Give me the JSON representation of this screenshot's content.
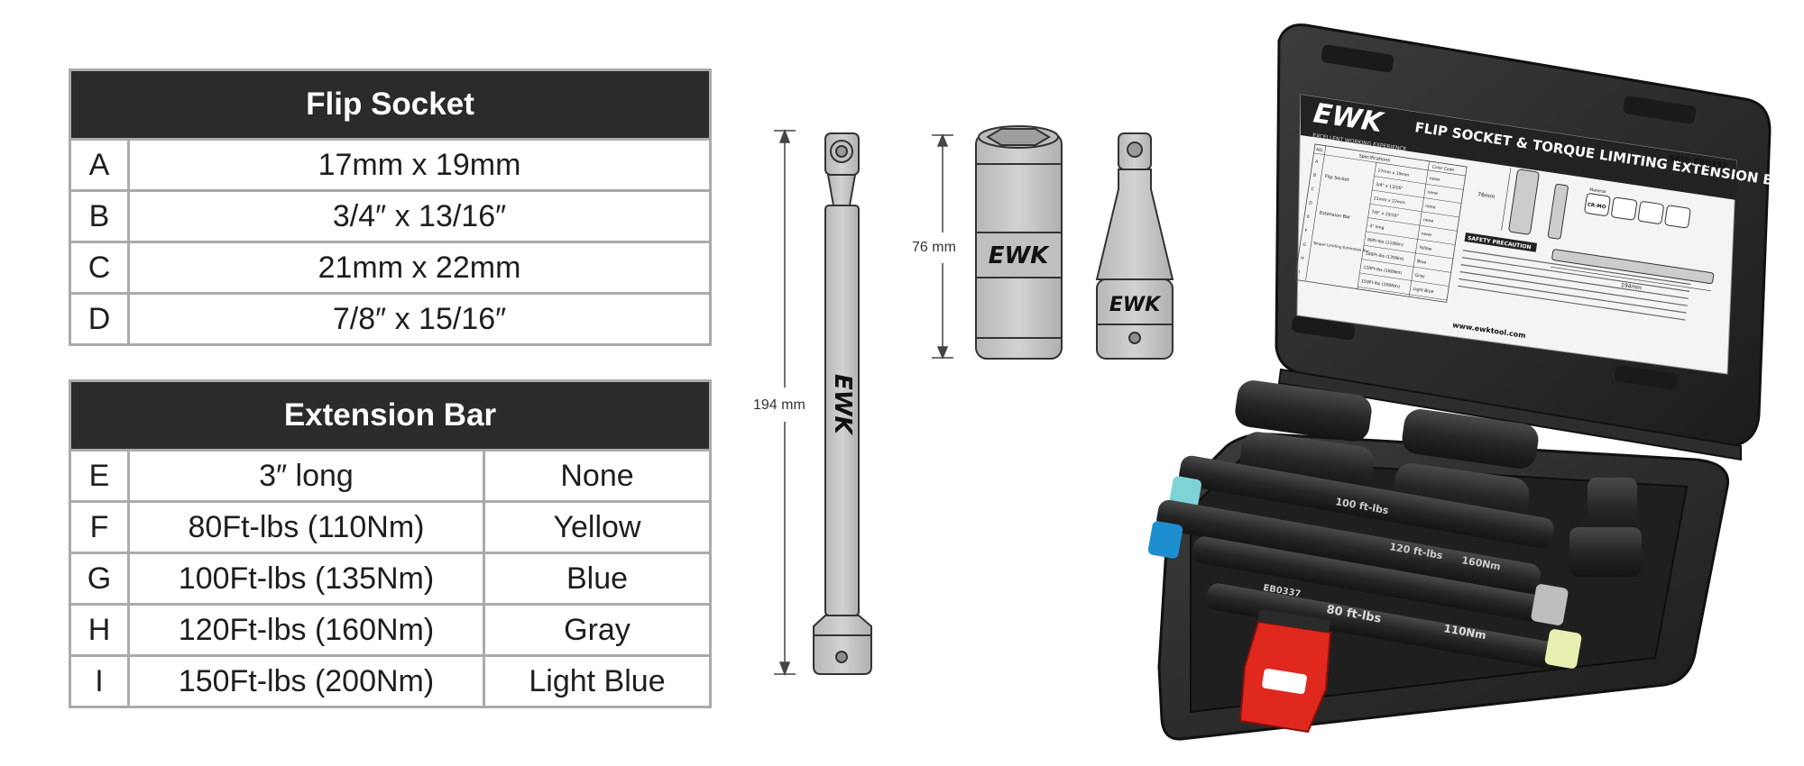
{
  "flip_socket": {
    "title": "Flip Socket",
    "rows": [
      {
        "letter": "A",
        "spec": "17mm x 19mm"
      },
      {
        "letter": "B",
        "spec": "3/4″ x 13/16″"
      },
      {
        "letter": "C",
        "spec": "21mm x 22mm"
      },
      {
        "letter": "D",
        "spec": "7/8″ x 15/16″"
      }
    ]
  },
  "extension_bar": {
    "title": "Extension Bar",
    "rows": [
      {
        "letter": "E",
        "spec": "3″ long",
        "color": "None"
      },
      {
        "letter": "F",
        "spec": "80Ft-lbs (110Nm)",
        "color": "Yellow"
      },
      {
        "letter": "G",
        "spec": "100Ft-lbs (135Nm)",
        "color": "Blue"
      },
      {
        "letter": "H",
        "spec": "120Ft-lbs (160Nm)",
        "color": "Gray"
      },
      {
        "letter": "I",
        "spec": "150Ft-lbs (200Nm)",
        "color": "Light Blue"
      }
    ]
  },
  "dimensions": {
    "bar_length": "194 mm",
    "socket_length": "76 mm"
  },
  "brand": "EWK",
  "case": {
    "brand_tagline": "EXCELLENT WORKING EXPERIENCE",
    "lid_title": "FLIP SOCKET & TORQUE LIMITING EXTENSION BAR SET",
    "sku": "SKU: EB0337",
    "spec_header_no": "NO.",
    "spec_header_specs": "Specifications",
    "spec_header_color": "Color Code",
    "group_flip": "Flip Socket",
    "group_ext": "Extension Bar",
    "group_torque": "Torque Limiting Extension Bar",
    "spec_rows": [
      {
        "no": "A",
        "spec": "17mm x 19mm",
        "color": "none"
      },
      {
        "no": "B",
        "spec": "3/4\" x 13/16\"",
        "color": "none"
      },
      {
        "no": "C",
        "spec": "21mm x 22mm",
        "color": "none"
      },
      {
        "no": "D",
        "spec": "7/8\" x 15/16\"",
        "color": "none"
      },
      {
        "no": "E",
        "spec": "3\" long",
        "color": "none"
      },
      {
        "no": "F",
        "spec": "80Ft-lbs (110Nm)",
        "color": "Yellow"
      },
      {
        "no": "G",
        "spec": "100Ft-lbs (135Nm)",
        "color": "Blue"
      },
      {
        "no": "H",
        "spec": "120Ft-lbs (160Nm)",
        "color": "Gray"
      },
      {
        "no": "I",
        "spec": "150Ft-lbs (200Nm)",
        "color": "Light Blue"
      }
    ],
    "label_76": "76mm",
    "label_194": "194mm",
    "material_label": "Material",
    "material_value": "CR-MO",
    "safety_title": "SAFETY PRECAUTION",
    "website": "www.ewktool.com",
    "bar_labels": [
      "80 ft-lbs",
      "110Nm",
      "120 ft-lbs",
      "160Nm",
      "100 ft-lbs",
      "EB0337"
    ]
  },
  "colors": {
    "header_bg": "#2b2b2b",
    "border": "#aaaaaa",
    "tool_gray": "#c8c8c8",
    "case_black": "#2a2a2a",
    "latch_red": "#e0281e",
    "ring_yellow": "#e9efb0",
    "ring_blue": "#1d8fd0",
    "ring_gray": "#bdbdbd",
    "ring_light_blue": "#7fd3d6"
  }
}
